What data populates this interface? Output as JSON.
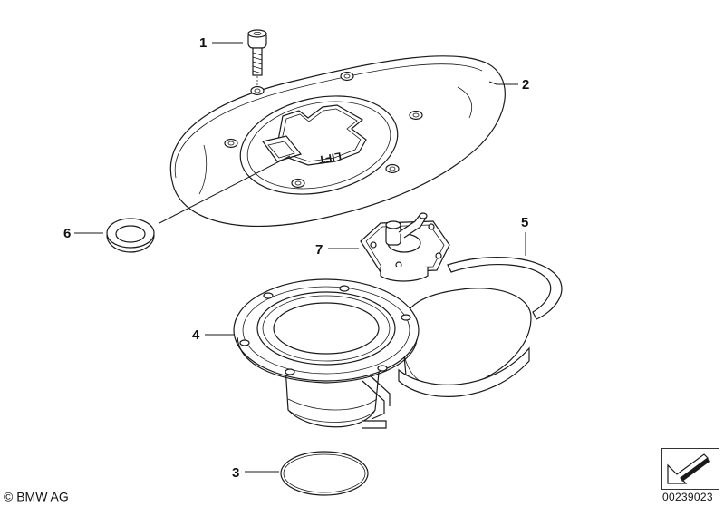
{
  "callouts": [
    {
      "id": "1",
      "label": "1"
    },
    {
      "id": "2",
      "label": "2"
    },
    {
      "id": "3",
      "label": "3"
    },
    {
      "id": "4",
      "label": "4"
    },
    {
      "id": "5",
      "label": "5"
    },
    {
      "id": "6",
      "label": "6"
    },
    {
      "id": "7",
      "label": "7"
    }
  ],
  "cap_text": "LIFT",
  "footer": {
    "copyright_symbol": "©",
    "copyright_text": "BMW AG",
    "reference_number": "00239023"
  }
}
